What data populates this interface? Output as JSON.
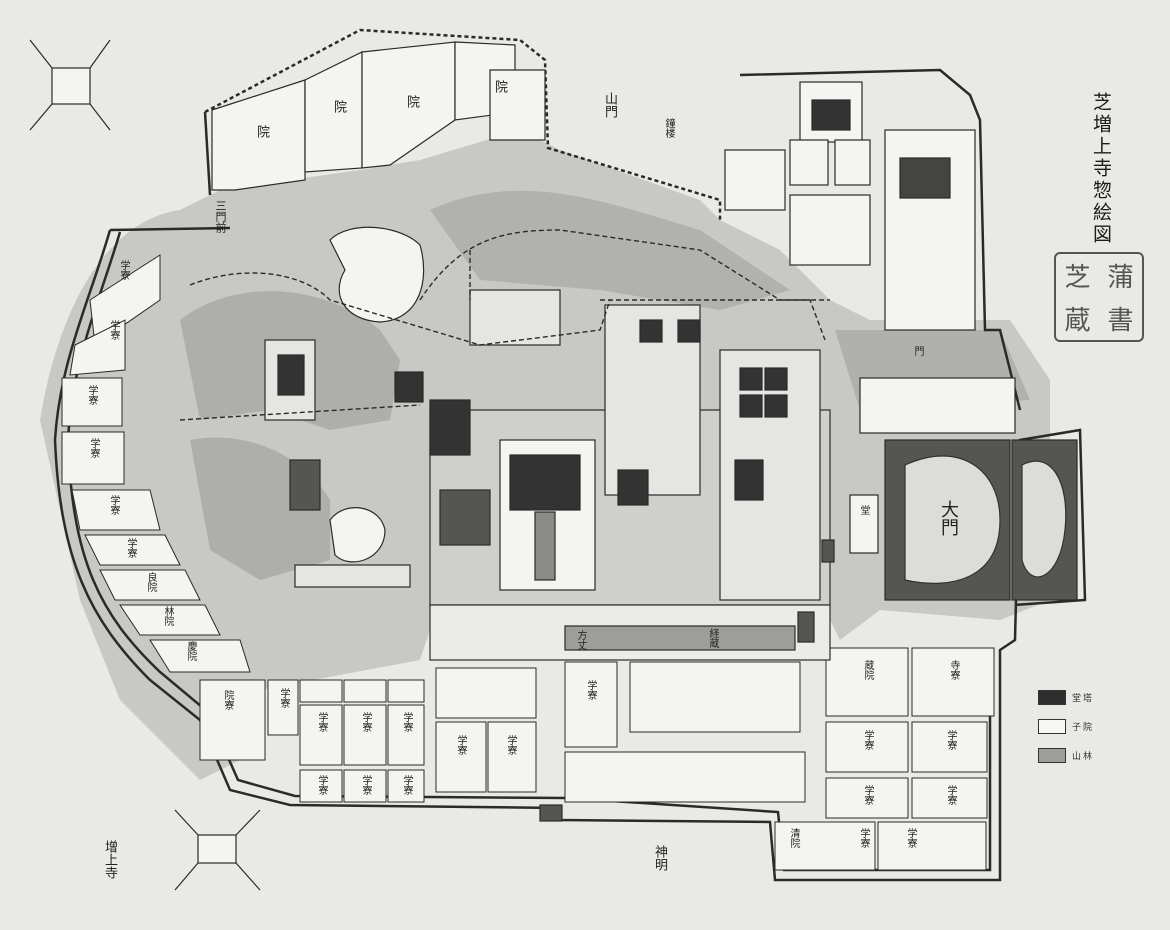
{
  "title": "芝増上寺惣絵図",
  "seal": [
    "芝",
    "蒲",
    "蔵",
    "書"
  ],
  "labels": {
    "bottom_left": "增上寺",
    "bottom_center": "神明",
    "center_right": "大門",
    "upper_center": "山門",
    "left_top_inscription": "三門前"
  },
  "legend": [
    {
      "label": "堂塔",
      "color": "#2e2e2e"
    },
    {
      "label": "子院",
      "color": "#f7f7f4"
    },
    {
      "label": "山林",
      "color": "#9d9d99"
    }
  ],
  "colors": {
    "paper": "#e9e9e6",
    "ink": "#262626",
    "wood": "#9d9d99",
    "block": "#f4f4f1",
    "dark": "#333333"
  },
  "subtemples_left": [
    "学寮",
    "学寮",
    "学寮",
    "学寮",
    "学寮",
    "学寮",
    "良院",
    "林院",
    "慶院",
    "院寮",
    "学寮"
  ],
  "subtemples_bottom": [
    "学寮",
    "学寮",
    "学寮",
    "学寮",
    "学寮",
    "学寮",
    "学寮",
    "学寮",
    "学寮"
  ],
  "subtemples_right": [
    "蔵院",
    "寺寮",
    "学寮",
    "学寮",
    "学寮",
    "学寮",
    "清院",
    "学寮",
    "学寮"
  ],
  "north_blocks": [
    "院",
    "院",
    "院",
    "院"
  ],
  "misc": [
    "方丈",
    "経蔵",
    "鐘楼",
    "門",
    "堂"
  ]
}
